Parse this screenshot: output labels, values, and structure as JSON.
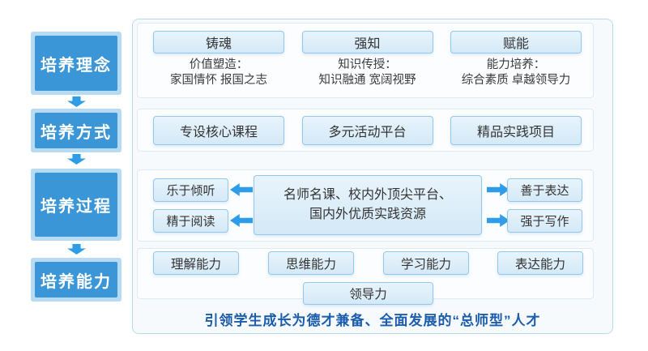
{
  "stages": [
    {
      "label": "培养理念"
    },
    {
      "label": "培养方式"
    },
    {
      "label": "培养过程"
    },
    {
      "label": "培养能力"
    }
  ],
  "concept_row": {
    "cards": [
      {
        "title": "铸魂",
        "desc1": "价值塑造：",
        "desc2": "家国情怀 报国之志"
      },
      {
        "title": "强知",
        "desc1": "知识传授：",
        "desc2": "知识融通 宽阔视野"
      },
      {
        "title": "赋能",
        "desc1": "能力培养：",
        "desc2": "综合素质 卓越领导力"
      }
    ]
  },
  "method_row": {
    "items": [
      {
        "label": "专设核心课程"
      },
      {
        "label": "多元活动平台"
      },
      {
        "label": "精品实践项目"
      }
    ]
  },
  "process_row": {
    "left": [
      {
        "label": "乐于倾听"
      },
      {
        "label": "精于阅读"
      }
    ],
    "center": {
      "line1": "名师名课、校内外顶尖平台、",
      "line2": "国内外优质实践资源"
    },
    "right": [
      {
        "label": "善于表达"
      },
      {
        "label": "强于写作"
      }
    ]
  },
  "ability_row": {
    "items": [
      {
        "label": "理解能力"
      },
      {
        "label": "思维能力"
      },
      {
        "label": "学习能力"
      },
      {
        "label": "表达能力"
      }
    ],
    "bottom": {
      "label": "领导力"
    }
  },
  "footer": {
    "text": "引领学生成长为德才兼备、全面发展的“总师型”人才"
  },
  "colors": {
    "stage_fill": "#3a96d6",
    "stage_halo": "#b7dbf3",
    "card_fill": "#d9ecf8",
    "card_border": "#93c7eb",
    "arrow": "#2e9ce6",
    "container_border": "#badaee",
    "group_border": "#dcebf6",
    "footer_text": "#1b5cab",
    "body_text": "#333333"
  }
}
